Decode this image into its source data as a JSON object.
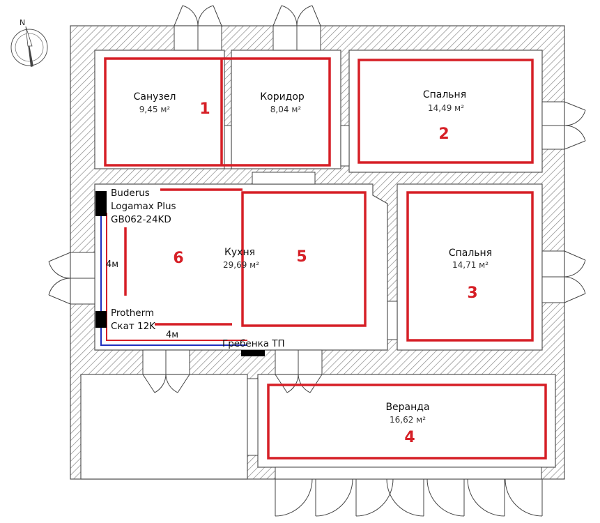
{
  "compass": {
    "label": "N"
  },
  "rooms": [
    {
      "id": "sanuzel",
      "name": "Санузел",
      "area": "9,45 м²"
    },
    {
      "id": "koridor",
      "name": "Коридор",
      "area": "8,04 м²"
    },
    {
      "id": "spalnya1",
      "name": "Спальня",
      "area": "14,49 м²"
    },
    {
      "id": "kukhnya",
      "name": "Кухня",
      "area": "29,69 м²"
    },
    {
      "id": "spalnya2",
      "name": "Спальня",
      "area": "14,71 м²"
    },
    {
      "id": "veranda",
      "name": "Веранда",
      "area": "16,62 м²"
    }
  ],
  "zones": [
    "1",
    "2",
    "3",
    "4",
    "5",
    "6"
  ],
  "equipment": {
    "boiler1": [
      "Buderus",
      "Logamax Plus",
      "GB062-24KD"
    ],
    "boiler2": [
      "Protherm",
      "Скат 12K"
    ],
    "manifold": "Гребенка ТП"
  },
  "dimensions": {
    "vertical_pipe": "4м",
    "horizontal_pipe": "4м"
  },
  "colors": {
    "heating_zone": "#d61f26",
    "pipe_red": "#d61f26",
    "pipe_blue": "#1f2fbf",
    "wall_hatch": "#8a8a8a",
    "equipment": "#000000"
  }
}
